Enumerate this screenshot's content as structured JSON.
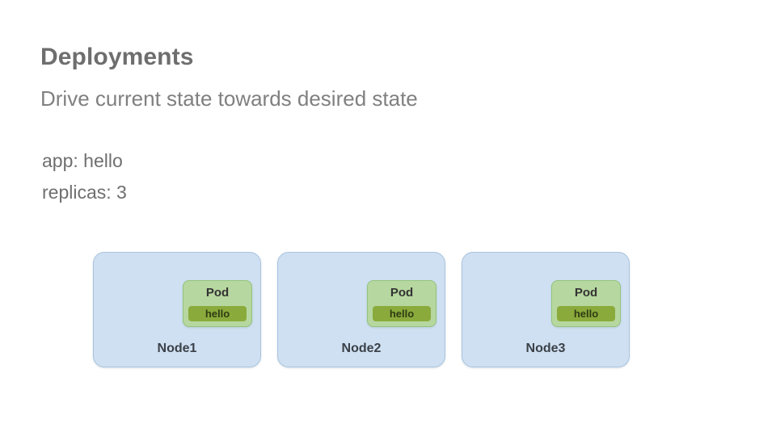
{
  "slide": {
    "title": "Deployments",
    "subtitle": "Drive current state towards desired state",
    "spec": {
      "app_line": "app: hello",
      "replicas_line": "replicas: 3"
    },
    "nodes": [
      {
        "label": "Node1",
        "pod": {
          "title": "Pod",
          "container": "hello"
        }
      },
      {
        "label": "Node2",
        "pod": {
          "title": "Pod",
          "container": "hello"
        }
      },
      {
        "label": "Node3",
        "pod": {
          "title": "Pod",
          "container": "hello"
        }
      }
    ]
  },
  "colors": {
    "background": "#ffffff",
    "title_gray": "#6e6e6e",
    "subtitle_gray": "#808080",
    "spec_gray": "#6f6f6f",
    "node_fill": "#cfe0f2",
    "node_border": "#a9c4de",
    "node_label": "#3b4148",
    "pod_fill": "#b7d7a0",
    "pod_border": "#93c47d",
    "container_fill": "#8aab3c",
    "container_label": "#2f3b12"
  }
}
